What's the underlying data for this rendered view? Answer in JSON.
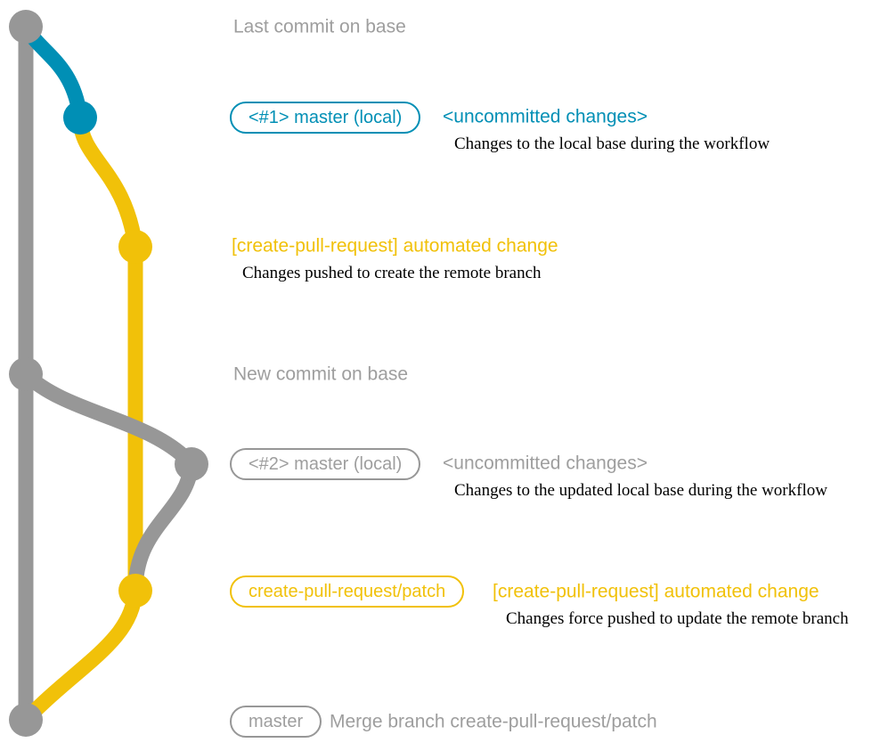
{
  "colors": {
    "base": "#979797",
    "local": "#008fb5",
    "patch": "#f1c109",
    "gray_text": "#9e9e9e",
    "desc_text": "#000000",
    "background": "#ffffff"
  },
  "rows": {
    "last_commit": {
      "label": "Last commit on base"
    },
    "local1": {
      "branch_tag": "<#1> master (local)",
      "title": "<uncommitted changes>",
      "description": "Changes to the local base during the workflow"
    },
    "patch1": {
      "title": "[create-pull-request] automated change",
      "description": "Changes pushed to create the remote branch"
    },
    "new_commit": {
      "label": "New commit on base"
    },
    "local2": {
      "branch_tag": "<#2> master (local)",
      "title": "<uncommitted changes>",
      "description": "Changes to the updated local base during the workflow"
    },
    "patch2": {
      "branch_tag": "create-pull-request/patch",
      "title": "[create-pull-request] automated change",
      "description": "Changes force pushed to update the remote branch"
    },
    "merge": {
      "branch_tag": "master",
      "label": "Merge branch create-pull-request/patch"
    }
  }
}
